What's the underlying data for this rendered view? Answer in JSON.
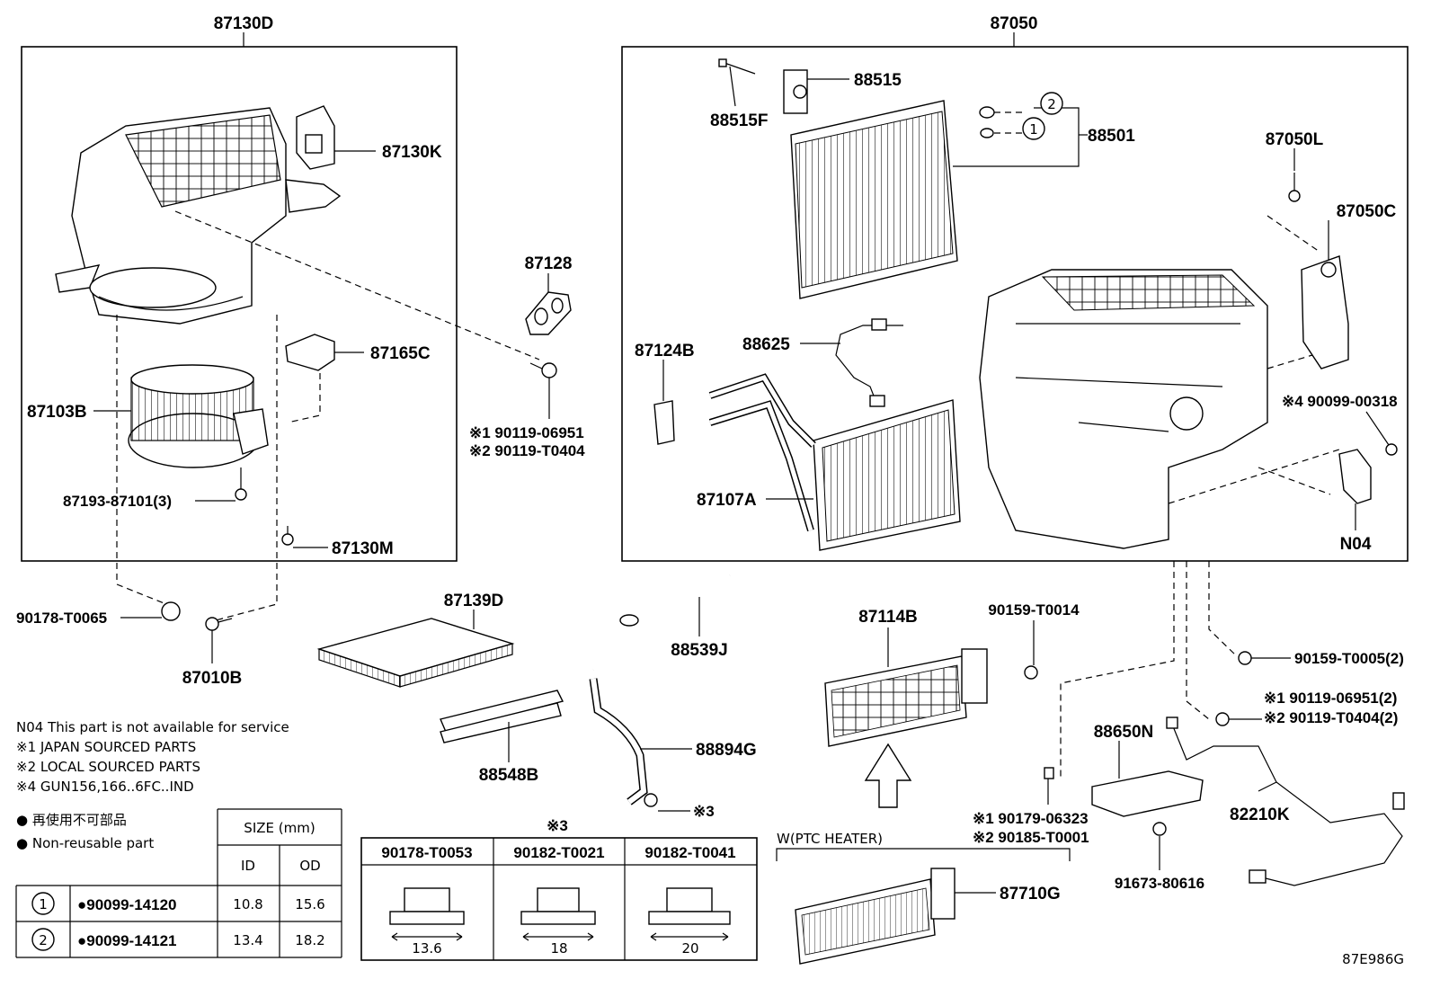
{
  "group_labels": {
    "left": "87130D",
    "right": "87050"
  },
  "parts": {
    "p87130K": "87130K",
    "p87165C": "87165C",
    "p87103B": "87103B",
    "p87193": "87193-87101(3)",
    "p87130M": "87130M",
    "p87128": "87128",
    "p90119a": "※1 90119-06951",
    "p90119b": "※2 90119-T0404",
    "p90178": "90178-T0065",
    "p87010B": "87010B",
    "p87139D": "87139D",
    "p88548B": "88548B",
    "p88539J": "88539J",
    "p88894G": "88894G",
    "p88894Gref": "※3",
    "p88515": "88515",
    "p88515F": "88515F",
    "p88501": "88501",
    "p88625": "88625",
    "p87124B": "87124B",
    "p87107A": "87107A",
    "p87050L": "87050L",
    "p87050C": "87050C",
    "p90099": "※4 90099-00318",
    "pN04": "N04",
    "p87114B": "87114B",
    "p90159a": "90159-T0014",
    "p90159b": "90159-T0005(2)",
    "p90119c": "※1 90119-06951(2)",
    "p90119d": "※2 90119-T0404(2)",
    "p88650N": "88650N",
    "p82210K": "82210K",
    "p90179": "※1 90179-06323",
    "p90185": "※2 90185-T0001",
    "p91673": "91673-80616",
    "p87710G": "87710G",
    "ptc": "W(PTC HEATER)",
    "circle1": "1",
    "circle2": "2"
  },
  "notes": [
    "N04  This part is not available for service",
    "※1 JAPAN SOURCED PARTS",
    "※2 LOCAL SOURCED PARTS",
    "※4 GUN156,166..6FC..IND"
  ],
  "legend": {
    "jp": "● 再使用不可部品",
    "en": "● Non-reusable part"
  },
  "size_table": {
    "header": "SIZE (mm)",
    "id": "ID",
    "od": "OD",
    "rows": [
      {
        "num": "1",
        "part": "●90099-14120",
        "id": "10.8",
        "od": "15.6"
      },
      {
        "num": "2",
        "part": "●90099-14121",
        "id": "13.4",
        "od": "18.2"
      }
    ]
  },
  "nut_table": {
    "ref": "※3",
    "cols": [
      {
        "part": "90178-T0053",
        "size": "13.6"
      },
      {
        "part": "90182-T0021",
        "size": "18"
      },
      {
        "part": "90182-T0041",
        "size": "20"
      }
    ]
  },
  "diagram_code": "87E986G"
}
